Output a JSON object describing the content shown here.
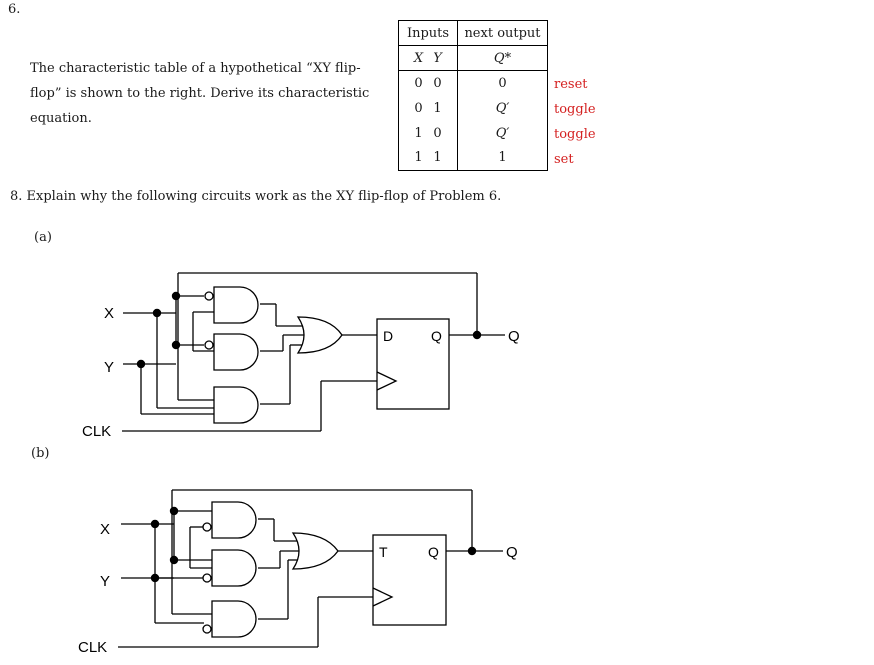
{
  "problem6": {
    "number": "6.",
    "text_lines": [
      "The characteristic table of a hypothetical “XY flip-",
      "flop” is shown to the right.  Derive its characteristic",
      "equation."
    ],
    "table": {
      "header_inputs": "Inputs",
      "header_output": "next output",
      "col_x": "X",
      "col_y": "Y",
      "col_q": "Q*",
      "rows": [
        {
          "x": "0",
          "y": "0",
          "q": "0",
          "note": "reset"
        },
        {
          "x": "0",
          "y": "1",
          "q": "Q′",
          "note": "toggle"
        },
        {
          "x": "1",
          "y": "0",
          "q": "Q′",
          "note": "toggle"
        },
        {
          "x": "1",
          "y": "1",
          "q": "1",
          "note": "set"
        }
      ]
    }
  },
  "problem8": {
    "text": "8.  Explain why the following circuits work as the XY flip-flop of Problem 6.",
    "part_a_label": "(a)",
    "part_b_label": "(b)"
  },
  "circuit_a": {
    "input_x": "X",
    "input_y": "Y",
    "input_clk": "CLK",
    "ff_data_pin": "D",
    "ff_output_pin": "Q",
    "output_label": "Q"
  },
  "circuit_b": {
    "input_x": "X",
    "input_y": "Y",
    "input_clk": "CLK",
    "ff_data_pin": "T",
    "ff_output_pin": "Q",
    "output_label": "Q"
  },
  "colors": {
    "annotation": "#d41f1f",
    "ink": "#000000"
  }
}
